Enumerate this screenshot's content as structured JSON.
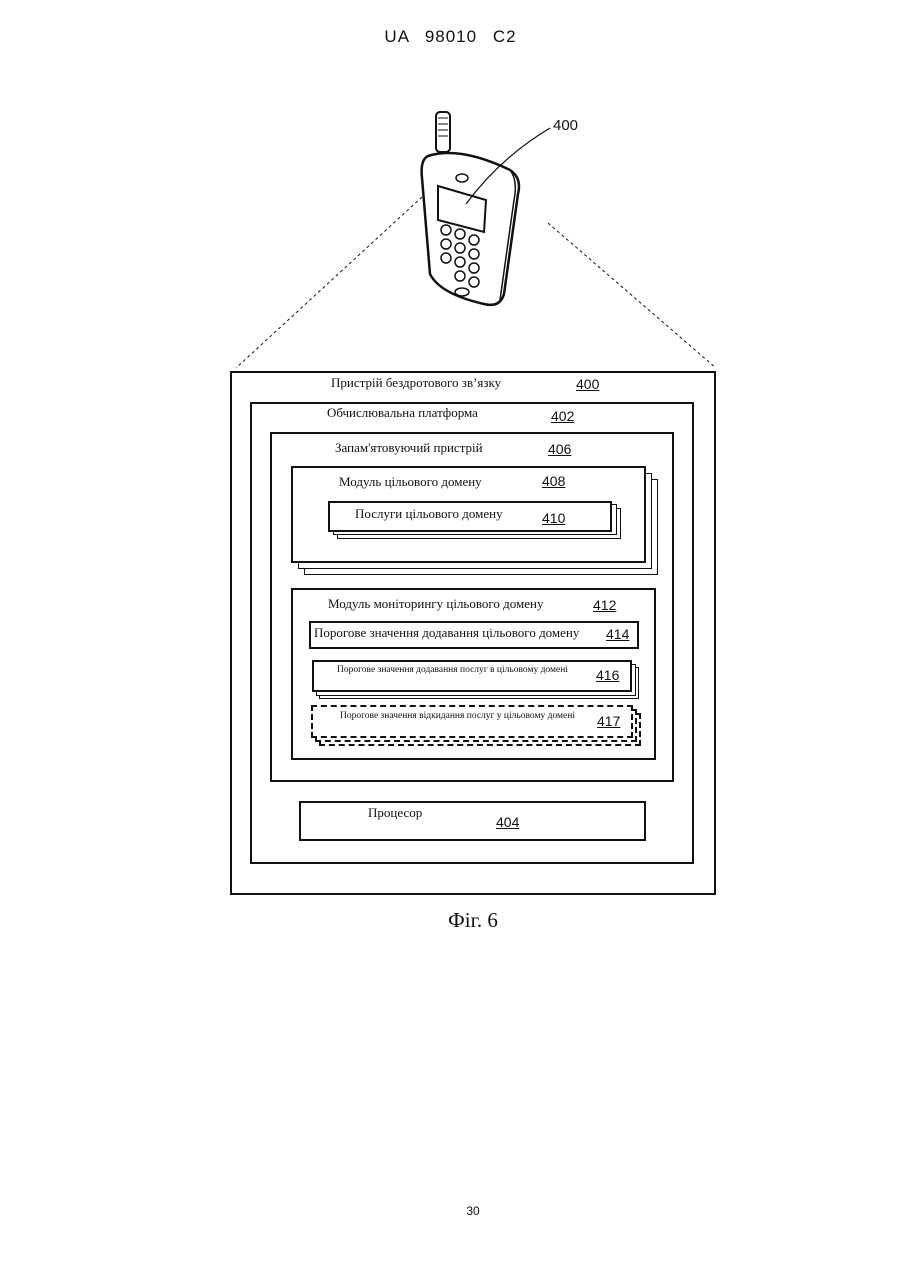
{
  "header": {
    "doc_id": "UA   98010   C2"
  },
  "phone": {
    "ref": "400"
  },
  "boxes": {
    "device": {
      "label": "Пристрій бездротового зв’язку",
      "ref": "400"
    },
    "platform": {
      "label": "Обчислювальна платформа",
      "ref": "402"
    },
    "memory": {
      "label": "Запам'ятовуючий пристрій",
      "ref": "406"
    },
    "target_module": {
      "label": "Модуль цільового домену",
      "ref": "408"
    },
    "target_services": {
      "label": "Послуги цільового домену",
      "ref": "410"
    },
    "monitoring_module": {
      "label": "Модуль моніторингу цільового домену",
      "ref": "412"
    },
    "add_threshold": {
      "label": "Порогове значення додавання цільового домену",
      "ref": "414"
    },
    "service_add_threshold": {
      "label": "Порогове значення додавання послуг в цільовому домені",
      "ref": "416"
    },
    "service_drop_threshold": {
      "label": "Порогове значення відкидання послуг у цільовому домені",
      "ref": "417"
    },
    "processor": {
      "label": "Процесор",
      "ref": "404"
    }
  },
  "caption": "Фіг. 6",
  "page_number": "30"
}
